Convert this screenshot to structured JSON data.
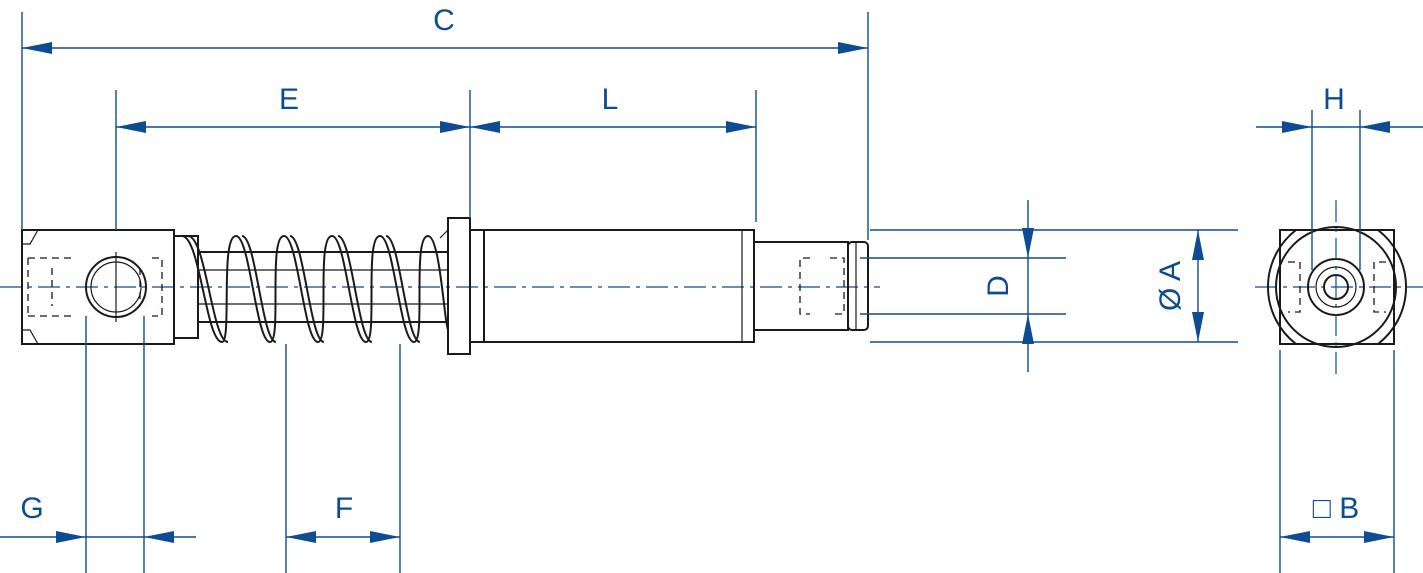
{
  "colors": {
    "dimension": "#0d4c92",
    "outline": "#1a1a1a",
    "background": "#ffffff"
  },
  "labels": {
    "C": "C",
    "E": "E",
    "L": "L",
    "H": "H",
    "D": "D",
    "A": "Ø A",
    "G": "G",
    "F": "F",
    "B": "□ B"
  }
}
